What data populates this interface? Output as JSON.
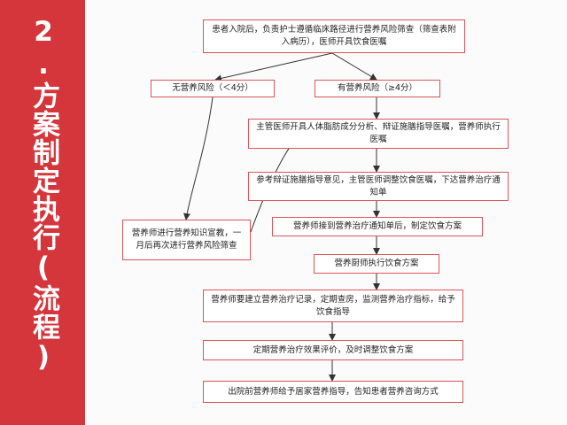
{
  "slide": {
    "title": "2.方案制定执行(流程)"
  },
  "flow": {
    "admission": "患者入院后，负责护士遵循临床路径进行营养风险筛查（筛查表附入病历），医师开具饮食医嘱",
    "no_risk": "无营养风险（＜4分）",
    "has_risk": "有营养风险（≥4分）",
    "attending": "主管医师开具人体脂肪成分分析、辩证施膳指导医嘱，营养师执行医嘱",
    "reference": "参考辩证施膳指导意见，主管医师调整饮食医嘱，下达营养治疗通知单",
    "education": "营养师进行营养知识宣教，一月后再次进行营养风险筛查",
    "diet_plan": "营养师接到营养治疗通知单后，制定饮食方案",
    "chef": "营养厨师执行饮食方案",
    "records": "营养师要建立营养治疗记录，定期查房，监测营养治疗指标，给予饮食指导",
    "evaluation": "定期营养治疗效果评价，及时调整饮食方案",
    "discharge": "出院前营养师给予居家营养指导，告知患者营养咨询方式"
  }
}
